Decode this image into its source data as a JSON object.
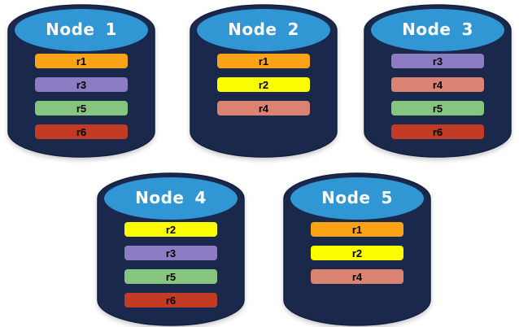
{
  "colors": {
    "cylinder_body": "#1A284B",
    "cylinder_top": "#3096D4",
    "cylinder_outline": "#13203F",
    "node_title_text": "#FFFFFF",
    "replica_label_text": "#000000",
    "replicas": {
      "r1": "#FAA316",
      "r2": "#FCFC00",
      "r3": "#8C7CC4",
      "r4": "#DB8372",
      "r5": "#86C57E",
      "r6": "#C23B24"
    }
  },
  "nodes": [
    {
      "name": "Node",
      "number": "1",
      "replicas": [
        "r1",
        "r3",
        "r5",
        "r6"
      ]
    },
    {
      "name": "Node",
      "number": "2",
      "replicas": [
        "r1",
        "r2",
        "r4"
      ]
    },
    {
      "name": "Node",
      "number": "3",
      "replicas": [
        "r3",
        "r4",
        "r5",
        "r6"
      ]
    },
    {
      "name": "Node",
      "number": "4",
      "replicas": [
        "r2",
        "r3",
        "r5",
        "r6"
      ]
    },
    {
      "name": "Node",
      "number": "5",
      "replicas": [
        "r1",
        "r2",
        "r4"
      ]
    }
  ]
}
